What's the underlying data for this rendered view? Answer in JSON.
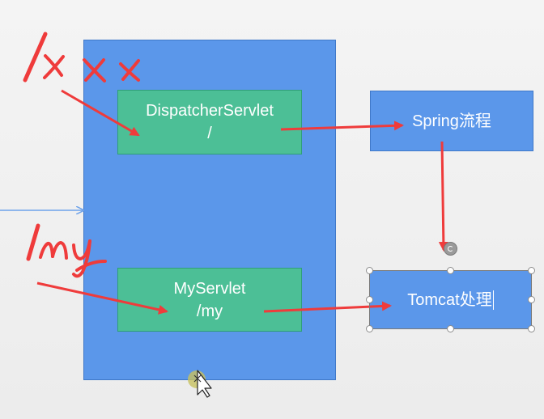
{
  "diagram": {
    "left_labels": {
      "top": "/xxx",
      "bottom": "/my"
    },
    "boxes": {
      "dispatcher": {
        "line1": "DispatcherServlet",
        "line2": "/"
      },
      "myservlet": {
        "line1": "MyServlet",
        "line2": "/my"
      },
      "spring": {
        "label": "Spring流程"
      },
      "tomcat": {
        "label": "Tomcat处理"
      }
    },
    "colors": {
      "container_blue": "#5b97ea",
      "container_border": "#3f78c8",
      "servlet_green": "#4cbf96",
      "servlet_border": "#2f9f78",
      "arrow_red": "#ef3b3b",
      "guide_blue": "#6ea2ea",
      "text_white": "#ffffff"
    }
  }
}
